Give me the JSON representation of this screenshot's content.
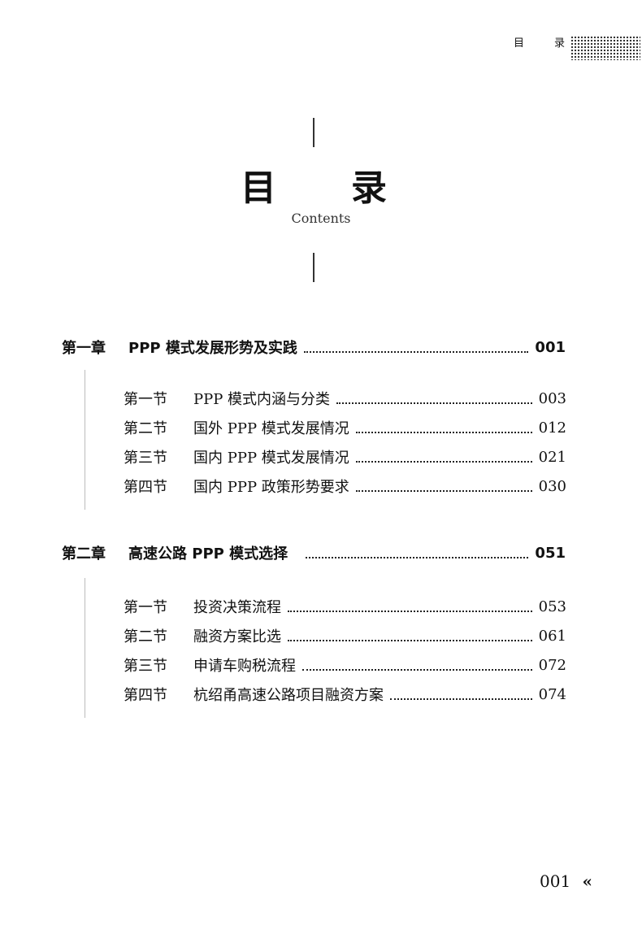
{
  "header": {
    "char1": "目",
    "char2": "录"
  },
  "title": {
    "char1": "目",
    "char2": "录"
  },
  "subtitle": "Contents",
  "chapters": [
    {
      "number": "第一章",
      "title": "PPP 模式发展形势及实践",
      "page": "001",
      "sections": [
        {
          "number": "第一节",
          "title": "PPP 模式内涵与分类",
          "page": "003"
        },
        {
          "number": "第二节",
          "title": "国外 PPP 模式发展情况",
          "page": "012"
        },
        {
          "number": "第三节",
          "title": "国内 PPP 模式发展情况",
          "page": "021"
        },
        {
          "number": "第四节",
          "title": "国内 PPP 政策形势要求",
          "page": "030"
        }
      ]
    },
    {
      "number": "第二章",
      "title": "高速公路 PPP 模式选择",
      "page": "051",
      "sections": [
        {
          "number": "第一节",
          "title": "投资决策流程",
          "page": "053"
        },
        {
          "number": "第二节",
          "title": "融资方案比选",
          "page": "061"
        },
        {
          "number": "第三节",
          "title": "申请车购税流程",
          "page": "072"
        },
        {
          "number": "第四节",
          "title": "杭绍甬高速公路项目融资方案",
          "page": "074"
        }
      ]
    }
  ],
  "footer": {
    "page_number": "001",
    "mark": "«"
  }
}
